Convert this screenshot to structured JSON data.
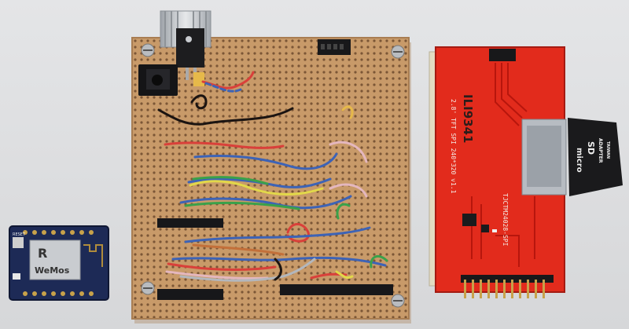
{
  "modules": {
    "wemos": {
      "name": "wemos-d1-mini-board",
      "shield_text": "WeMos",
      "chip_text": "R",
      "pin_label": "RESET"
    },
    "display": {
      "name": "tft-display-board",
      "controller_mark": "ILI9341",
      "size_label": "2.8' TFT SPI 240*320 v1.1",
      "model_label": "TJCTM24028-SPI",
      "sd_micro": "micro",
      "sd_sub": "SD",
      "sd_adapter": "ADAPTER",
      "sd_brand": "TAIWAN"
    }
  },
  "colors": {
    "background": "#dedfe1",
    "perfboard": "#c79766",
    "perfboard_hole": "#7c5a3c",
    "tft_red": "#e32b1c",
    "wemos_blue": "#1c2a57",
    "heatsink": "#c9ccd0"
  }
}
